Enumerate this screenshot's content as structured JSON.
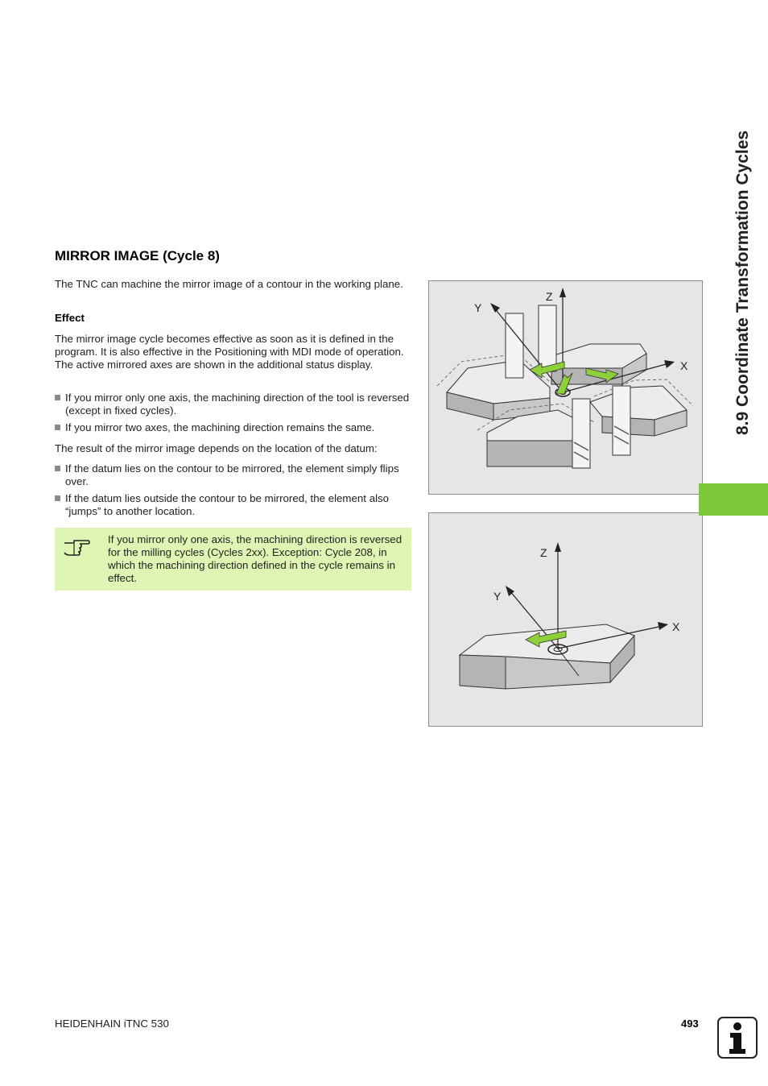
{
  "section": {
    "title": "MIRROR IMAGE (Cycle 8)",
    "intro": "The TNC can machine the mirror image of a contour in the working plane.",
    "effect_heading": "Effect",
    "effect_text": "The mirror image cycle becomes effective as soon as it is defined in the program. It is also effective in the Positioning with MDI mode of operation. The active mirrored axes are shown in the additional status display.",
    "bullets_1": [
      "If you mirror only one axis, the machining direction of the tool is reversed (except in fixed cycles).",
      "If you mirror two axes, the machining direction remains the same."
    ],
    "datum_text": "The result of the mirror image depends on the location of the datum:",
    "bullets_2": [
      "If the datum lies on the contour to be mirrored, the element simply flips over.",
      "If the datum lies outside the contour to be mirrored, the element also “jumps” to another location."
    ],
    "note": "If you mirror only one axis, the machining direction is reversed for the milling cycles (Cycles 2xx). Exception: Cycle 208, in which the machining direction defined in the cycle remains in effect."
  },
  "figures": {
    "fig1_axes": {
      "x": "X",
      "y": "Y",
      "z": "Z"
    },
    "fig2_axes": {
      "x": "X",
      "y": "Y",
      "z": "Z"
    }
  },
  "sidebar": {
    "chapter_label": "8.9 Coordinate Transformation Cycles"
  },
  "footer": {
    "product": "HEIDENHAIN iTNC 530",
    "page_number": "493"
  },
  "icons": {
    "note_icon": "pointing-hand-icon",
    "info_icon": "info-icon"
  },
  "colors": {
    "accent_green": "#7cc63c",
    "note_bg": "#dff5b3",
    "figure_bg": "#e6e6e6"
  }
}
